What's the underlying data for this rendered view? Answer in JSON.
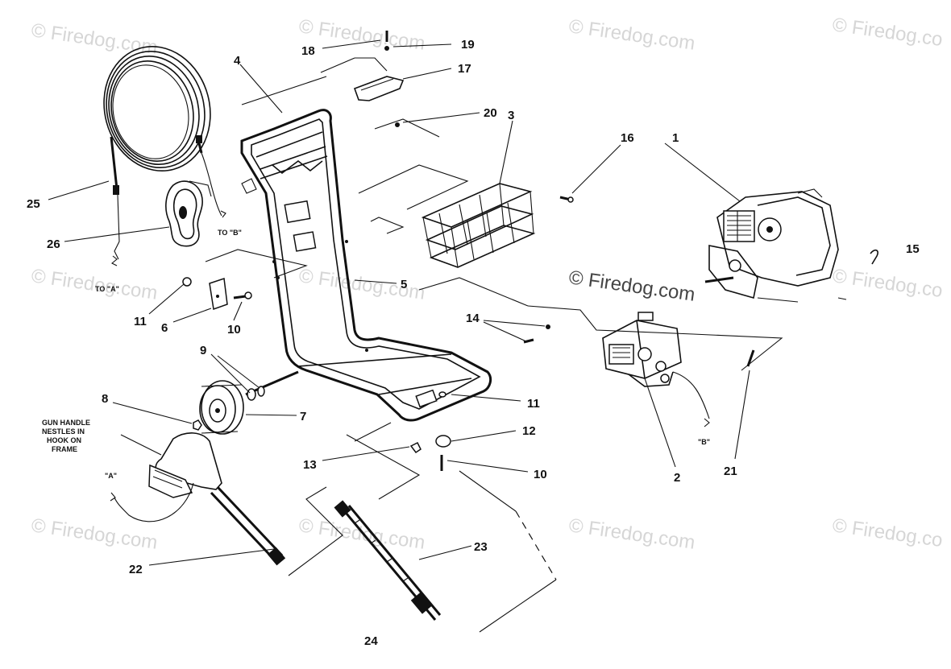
{
  "watermark": {
    "text": "© Firedog.com",
    "partial_text": "© Firedog.co"
  },
  "callouts": {
    "c1": "1",
    "c2": "2",
    "c3": "3",
    "c4": "4",
    "c5": "5",
    "c6": "6",
    "c7": "7",
    "c8": "8",
    "c9": "9",
    "c10a": "10",
    "c10b": "10",
    "c11a": "11",
    "c11b": "11",
    "c12": "12",
    "c13": "13",
    "c14": "14",
    "c15": "15",
    "c16": "16",
    "c17": "17",
    "c18": "18",
    "c19": "19",
    "c20": "20",
    "c21": "21",
    "c22": "22",
    "c23": "23",
    "c24": "24",
    "c25": "25",
    "c26": "26"
  },
  "notes": {
    "gun_handle_line1": "GUN HANDLE",
    "gun_handle_line2": "NESTLES IN",
    "gun_handle_line3": "HOOK ON",
    "gun_handle_line4": "FRAME",
    "to_a": "TO \"A\"",
    "to_b": "TO \"B\"",
    "mark_a": "\"A\"",
    "mark_b": "\"B\""
  }
}
